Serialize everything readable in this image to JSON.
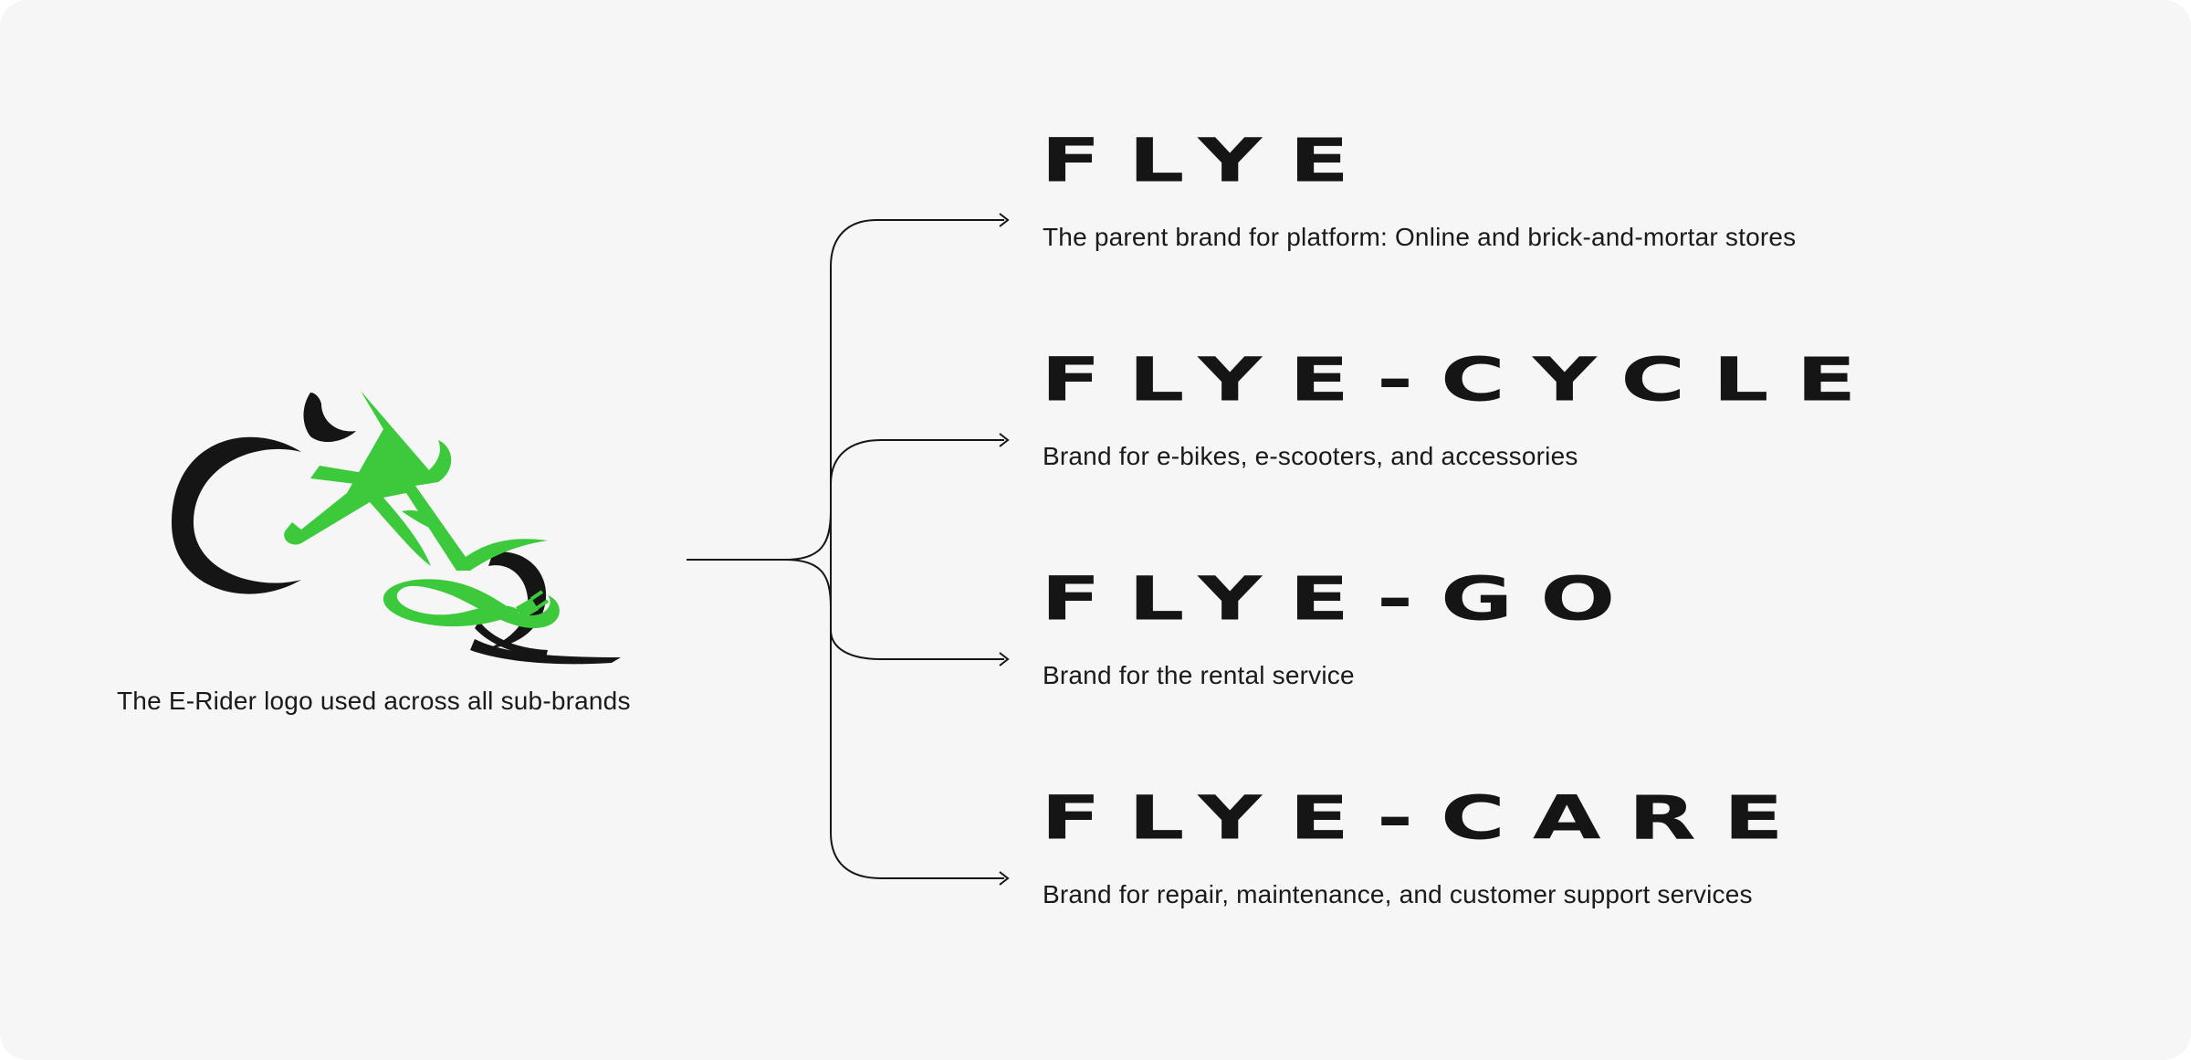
{
  "colors": {
    "background": "#f6f6f6",
    "accent_green": "#3cc93c",
    "ink": "#151515"
  },
  "logo": {
    "icon": "e-rider-cyclist-icon",
    "caption": "The E-Rider logo used across all sub-brands"
  },
  "brands": [
    {
      "name": "FLYE",
      "description": "The parent brand for platform: Online and brick-and-mortar stores"
    },
    {
      "name": "FLYE-CYCLE",
      "description": "Brand for e-bikes, e-scooters, and accessories"
    },
    {
      "name": "FLYE-GO",
      "description": "Brand for the rental service"
    },
    {
      "name": "FLYE-CARE",
      "description": "Brand for repair, maintenance, and customer support services"
    }
  ]
}
